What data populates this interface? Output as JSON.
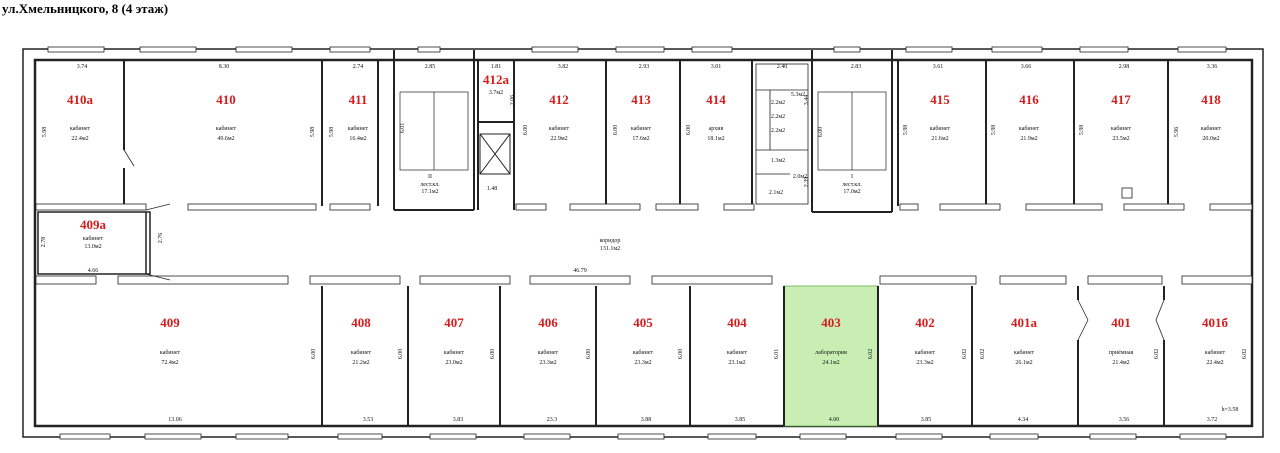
{
  "title": "ул.Хмельницкого, 8 (4 этаж)",
  "colors": {
    "room_number": "#d41c1c",
    "highlight": "#c8eeb4",
    "wall": "#222222"
  },
  "rooms": [
    {
      "num": "410a",
      "label": "кабинет",
      "area": "22.4м2",
      "width": "3.74",
      "height": "5.98"
    },
    {
      "num": "410",
      "label": "кабинет",
      "area": "49.6м2",
      "width": "8.30",
      "height": "5.98"
    },
    {
      "num": "411",
      "label": "кабинет",
      "area": "16.4м2",
      "width": "2.74",
      "height": "5.98"
    },
    {
      "num": "412a",
      "label": "",
      "area": "3.7м2",
      "width": "1.81",
      "height": "2.06"
    },
    {
      "num": "412",
      "label": "кабинет",
      "area": "22.9м2",
      "width": "3.82",
      "height": "6.00"
    },
    {
      "num": "413",
      "label": "кабинет",
      "area": "17.6м2",
      "width": "2.93",
      "height": "6.00"
    },
    {
      "num": "414",
      "label": "архив",
      "area": "18.1м2",
      "width": "3.01",
      "height": "6.00"
    },
    {
      "num": "415",
      "label": "кабинет",
      "area": "21.6м2",
      "width": "3.61",
      "height": "5.98"
    },
    {
      "num": "416",
      "label": "кабинет",
      "area": "21.9м2",
      "width": "3.66",
      "height": "5.98"
    },
    {
      "num": "417",
      "label": "кабинет",
      "area": "23.5м2",
      "width": "2.98",
      "height": "5.98"
    },
    {
      "num": "418",
      "label": "кабинет",
      "area": "20.0м2",
      "width": "3.36",
      "height": "5.96"
    },
    {
      "num": "409a",
      "label": "кабинет",
      "area": "13.0м2",
      "width": "4.66",
      "height": "2.78"
    },
    {
      "num": "409",
      "label": "кабинет",
      "area": "72.4м2",
      "width": "13.06",
      "height": "6.00"
    },
    {
      "num": "408",
      "label": "кабинет",
      "area": "21.2м2",
      "width": "3.53",
      "height": "6.00"
    },
    {
      "num": "407",
      "label": "кабинет",
      "area": "23.0м2",
      "width": "3.83",
      "height": "6.00"
    },
    {
      "num": "406",
      "label": "кабинет",
      "area": "23.3м2",
      "width": "23.3",
      "height": "6.00"
    },
    {
      "num": "405",
      "label": "кабинет",
      "area": "23.3м2",
      "width": "3.88",
      "height": "6.00"
    },
    {
      "num": "404",
      "label": "кабинет",
      "area": "23.1м2",
      "width": "3.85",
      "height": "6.01"
    },
    {
      "num": "403",
      "label": "лаборатория",
      "area": "24.1м2",
      "width": "4.00",
      "height": "6.02"
    },
    {
      "num": "402",
      "label": "кабинет",
      "area": "23.3м2",
      "width": "3.85",
      "height": "6.02"
    },
    {
      "num": "401a",
      "label": "кабинет",
      "area": "26.1м2",
      "width": "4.34",
      "height": "6.02"
    },
    {
      "num": "401",
      "label": "приёмная",
      "area": "21.4м2",
      "width": "3.56",
      "height": "6.02"
    },
    {
      "num": "401б",
      "label": "кабинет",
      "area": "22.4м2",
      "width": "3.72",
      "height": "6.02"
    }
  ],
  "stairs": [
    {
      "line1": "II",
      "line2": "лест.кл.",
      "area": "17.1м2",
      "width": "2.85",
      "height": "6.01"
    },
    {
      "line1": "I",
      "line2": "лест.кл.",
      "area": "17.0м2",
      "width": "2.83",
      "height": "6.00"
    }
  ],
  "corridor": {
    "label": "коридор",
    "area": "131.1м2",
    "length": "46.79",
    "width": "2.76"
  },
  "lift": {
    "width": "1.48"
  },
  "wc": {
    "width": "2.40",
    "area1": "5.3м2",
    "height1": "3.44",
    "cab1": "2.2м2",
    "cab2": "2.2м2",
    "cab3": "2.2м2",
    "area2": "1.3м2",
    "area3": "2.0м2",
    "area4": "2.1м2",
    "height2": "2.39"
  },
  "ceiling_height": "h=3.58"
}
